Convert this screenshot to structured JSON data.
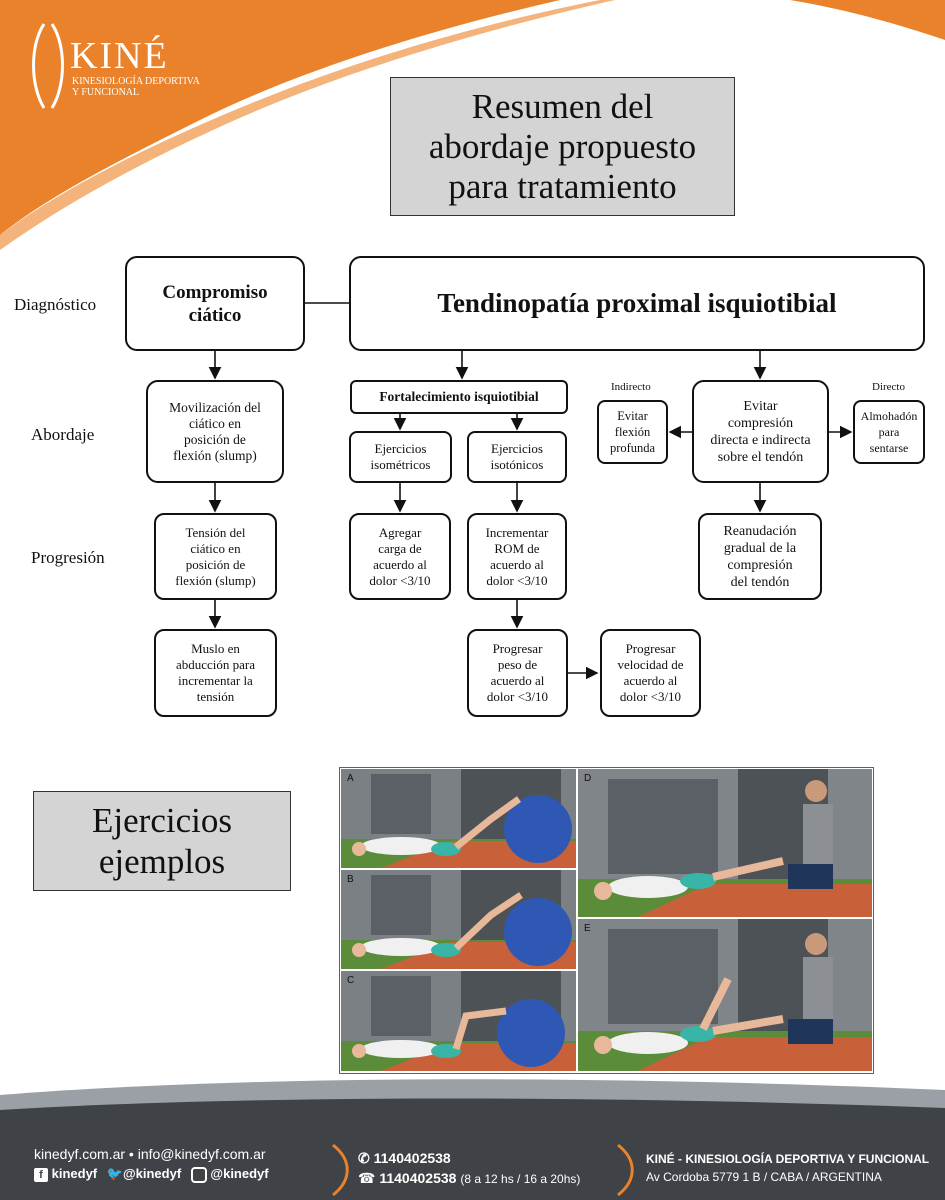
{
  "brand": {
    "logo_word": "KINÉ",
    "logo_sub_line1": "KINESIOLOGÍA DEPORTIVA",
    "logo_sub_line2": "Y FUNCIONAL",
    "accent": "#e9822a"
  },
  "title": {
    "line1": "Resumen del",
    "line2": "abordaje propuesto",
    "line3": "para tratamiento"
  },
  "row_labels": {
    "diagnostico": "Diagnóstico",
    "abordaje": "Abordaje",
    "progresion": "Progresión"
  },
  "nodes": {
    "compromiso": {
      "line1": "Compromiso",
      "line2": "ciático"
    },
    "tendinopatia": "Tendinopatía proximal isquiotibial",
    "movilizacion": {
      "line1": "Movilización del",
      "line2": "ciático en",
      "line3": "posición de",
      "line4": "flexión (slump)"
    },
    "fortalecimiento": "Fortalecimiento isquiotibial",
    "isometricos": {
      "line1": "Ejercicios",
      "line2": "isométricos"
    },
    "isotonicos": {
      "line1": "Ejercicios",
      "line2": "isotónicos"
    },
    "evitar_flexion": {
      "line1": "Evitar",
      "line2": "flexión",
      "line3": "profunda"
    },
    "evitar_compresion": {
      "line1": "Evitar",
      "line2": "compresión",
      "line3": "directa e indirecta",
      "line4": "sobre el tendón"
    },
    "almohadon": {
      "line1": "Almohadón",
      "line2": "para sentarse"
    },
    "indirecto": "Indirecto",
    "directo": "Directo",
    "tension": {
      "line1": "Tensión del",
      "line2": "ciático en",
      "line3": "posición de",
      "line4": "flexión (slump)"
    },
    "agregar": {
      "line1": "Agregar",
      "line2": "carga de",
      "line3": "acuerdo al",
      "line4": "dolor <3/10"
    },
    "incrementar": {
      "line1": "Incrementar",
      "line2": "ROM de",
      "line3": "acuerdo al",
      "line4": "dolor <3/10"
    },
    "reanudacion": {
      "line1": "Reanudación",
      "line2": "gradual de la",
      "line3": "compresión",
      "line4": "del tendón"
    },
    "muslo": {
      "line1": "Muslo en",
      "line2": "abducción para",
      "line3": "incrementar la",
      "line4": "tensión"
    },
    "progresar_peso": {
      "line1": "Progresar",
      "line2": "peso de",
      "line3": "acuerdo al",
      "line4": "dolor <3/10"
    },
    "progresar_velocidad": {
      "line1": "Progresar",
      "line2": "velocidad de",
      "line3": "acuerdo al",
      "line4": "dolor <3/10"
    }
  },
  "examples": {
    "line1": "Ejercicios",
    "line2": "ejemplos",
    "panels": [
      "A",
      "B",
      "C",
      "D",
      "E"
    ]
  },
  "footer": {
    "web": "kinedyf.com.ar • info@kinedyf.com.ar",
    "facebook": "kinedyf",
    "twitter": "@kinedyf",
    "instagram": "@kinedyf",
    "whatsapp": "1140402538",
    "phone": "1140402538",
    "phone_hours": "(8 a 12 hs / 16 a 20hs)",
    "company": "KINÉ - KINESIOLOGÍA DEPORTIVA Y FUNCIONAL",
    "address": "Av Cordoba 5779 1 B / CABA / ARGENTINA"
  }
}
